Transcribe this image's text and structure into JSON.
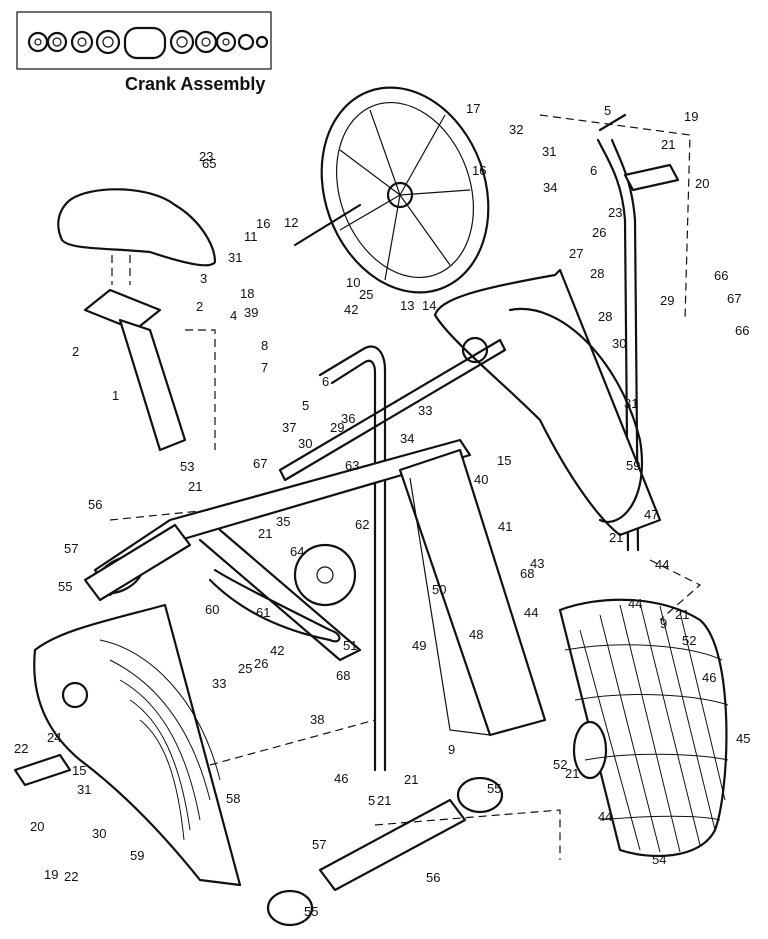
{
  "inset": {
    "title": "Crank Assembly"
  },
  "labels": [
    "1",
    "2",
    "2",
    "3",
    "4",
    "5",
    "5",
    "5",
    "6",
    "6",
    "7",
    "8",
    "9",
    "9",
    "10",
    "11",
    "12",
    "13",
    "14",
    "15",
    "15",
    "16",
    "16",
    "17",
    "18",
    "19",
    "19",
    "20",
    "20",
    "21",
    "21",
    "21",
    "21",
    "21",
    "21",
    "21",
    "21",
    "22",
    "22",
    "23",
    "23",
    "24",
    "25",
    "25",
    "26",
    "26",
    "27",
    "28",
    "28",
    "29",
    "29",
    "30",
    "30",
    "30",
    "31",
    "31",
    "31",
    "31",
    "32",
    "33",
    "33",
    "34",
    "34",
    "35",
    "36",
    "37",
    "38",
    "39",
    "40",
    "41",
    "42",
    "42",
    "43",
    "44",
    "44",
    "44",
    "44",
    "45",
    "46",
    "46",
    "47",
    "48",
    "49",
    "50",
    "51",
    "52",
    "52",
    "53",
    "54",
    "55",
    "55",
    "55",
    "56",
    "56",
    "57",
    "57",
    "58",
    "59",
    "59",
    "60",
    "61",
    "62",
    "63",
    "64",
    "65",
    "66",
    "66",
    "67",
    "67",
    "68",
    "68"
  ]
}
